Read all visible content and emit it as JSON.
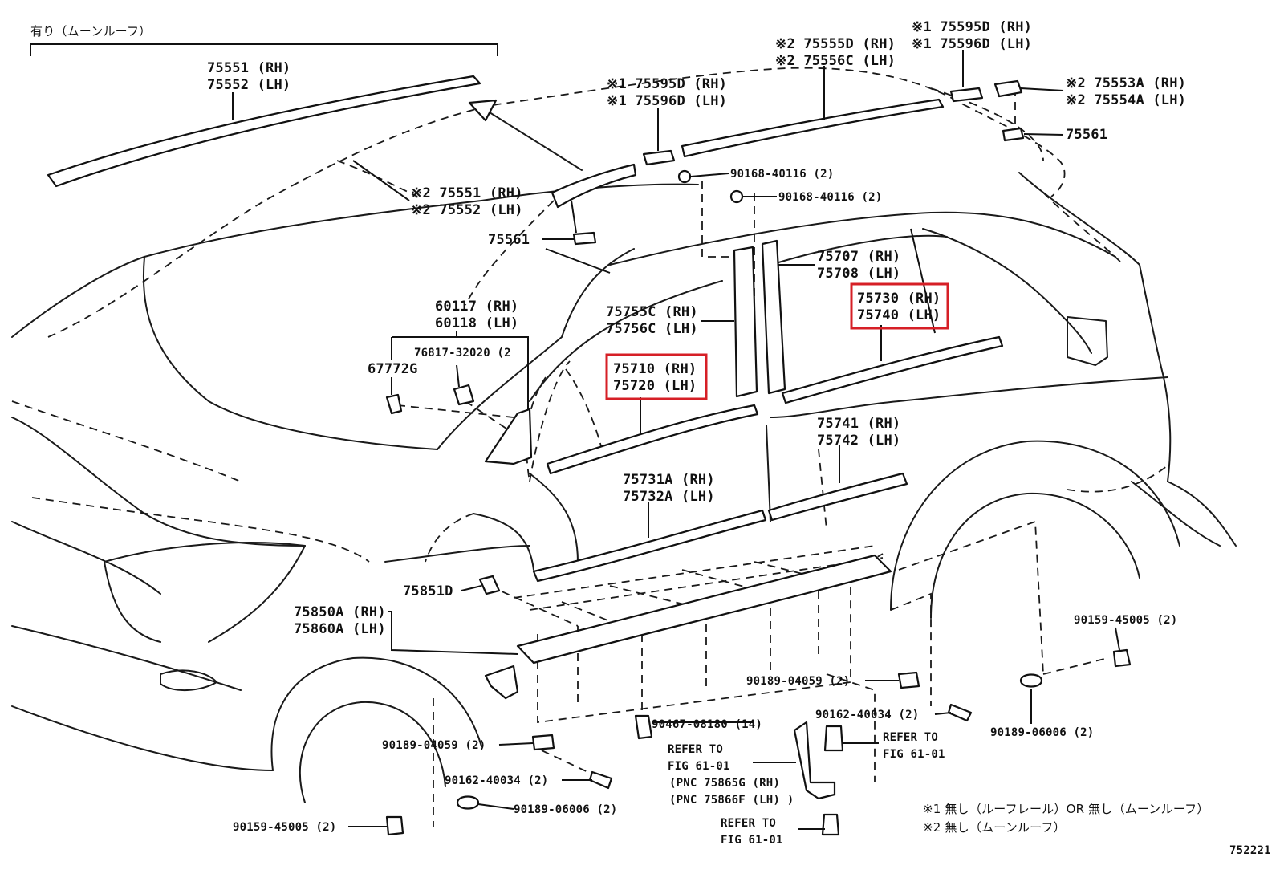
{
  "header": {
    "bracket_label": "有り（ムーンルーフ）"
  },
  "labels": {
    "p75551": "75551 (RH)",
    "p75552": "75552 (LH)",
    "n75555d": "※2 75555D (RH)",
    "n75556c": "※2 75556C (LH)",
    "n75595d_top": "※1 75595D (RH)",
    "n75596d_top": "※1 75596D (LH)",
    "n75595d_mid": "※1 75595D (RH)",
    "n75596d_mid": "※1 75596D (LH)",
    "n75553a": "※2 75553A (RH)",
    "n75554a": "※2 75554A (LH)",
    "p75561_rear": "75561",
    "clip_90168_a": "90168-40116 (2)",
    "clip_90168_b": "90168-40116 (2)",
    "n75551b": "※2 75551 (RH)",
    "n75552b": "※2 75552 (LH)",
    "p75561_front": "75561",
    "p75707": "75707 (RH)",
    "p75708": "75708 (LH)",
    "p75730": "75730 (RH)",
    "p75740": "75740 (LH)",
    "p60117": "60117 (RH)",
    "p60118": "60118 (LH)",
    "p76817": "76817-32020 (2",
    "p67772g": "67772G",
    "p75755c": "75755C (RH)",
    "p75756c": "75756C (LH)",
    "p75710": "75710 (RH)",
    "p75720": "75720 (LH)",
    "p75741": "75741 (RH)",
    "p75742": "75742 (LH)",
    "p75731a": "75731A (RH)",
    "p75732a": "75732A (LH)",
    "p75851d": "75851D",
    "p75850a": "75850A (RH)",
    "p75860a": "75860A (LH)",
    "s90159_r": "90159-45005 (2)",
    "s90189_04059_r": "90189-04059 (2)",
    "s90162_r": "90162-40034 (2)",
    "s90189_06006_r": "90189-06006 (2)",
    "refer_r1": "REFER TO",
    "refer_r2": "FIG 61-01",
    "s90467": "90467-08180 (14)",
    "refer_c1": "REFER TO",
    "refer_c2": "FIG 61-01",
    "pnc_rh": "(PNC 75865G (RH)",
    "pnc_lh": "(PNC 75866F (LH) )",
    "s90189_04059_l": "90189-04059 (2)",
    "s90162_l": "90162-40034 (2)",
    "s90189_06006_l": "90189-06006 (2)",
    "s90159_l": "90159-45005 (2)",
    "refer_b1": "REFER TO",
    "refer_b2": "FIG 61-01"
  },
  "footnotes": {
    "note1": "※1 無し（ルーフレール）OR 無し（ムーンルーフ）",
    "note2": "※2 無し（ムーンルーフ）"
  },
  "figure_id": "752221",
  "colors": {
    "highlight": "#d61f26",
    "ink": "#111111"
  }
}
